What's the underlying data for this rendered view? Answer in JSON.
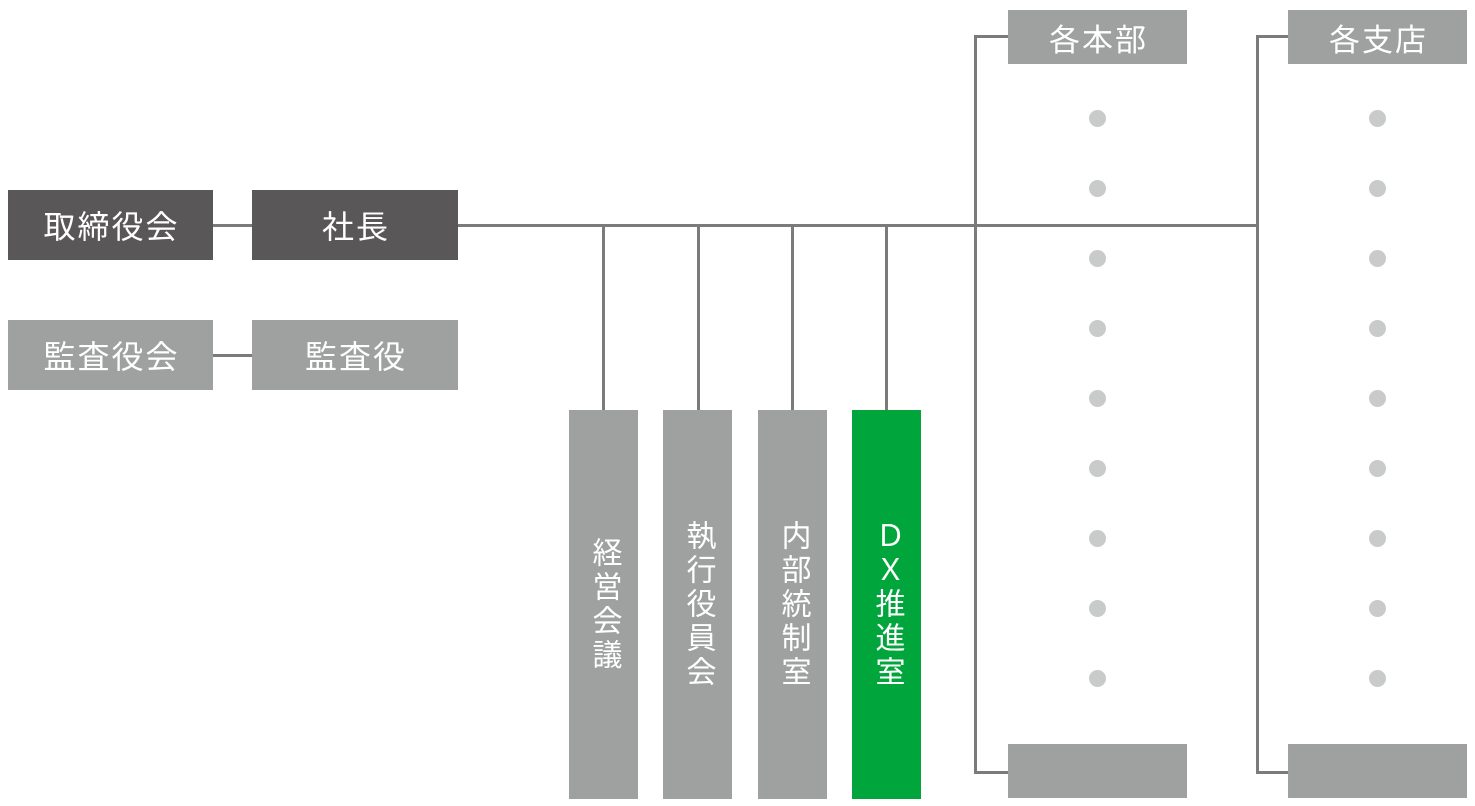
{
  "palette": {
    "dark_box": "#595757",
    "gray_box": "#9FA0A0",
    "accent_green": "#00A63C",
    "line": "#7C7B7B",
    "dot": "#C9CACA",
    "text": "#FFFFFF",
    "background": "#FFFFFF"
  },
  "nodes": {
    "board": "取締役会",
    "president": "社長",
    "audit_board": "監査役会",
    "auditor": "監査役"
  },
  "committees": [
    {
      "label": "経営会議",
      "accent": false
    },
    {
      "label": "執行役員会",
      "accent": false
    },
    {
      "label": "内部統制室",
      "accent": false
    },
    {
      "label": "ＤＸ推進室",
      "accent": true
    }
  ],
  "branches": [
    {
      "header": "各本部"
    },
    {
      "header": "各支店"
    }
  ],
  "ellipsis": {
    "dots_per_column": 9
  }
}
